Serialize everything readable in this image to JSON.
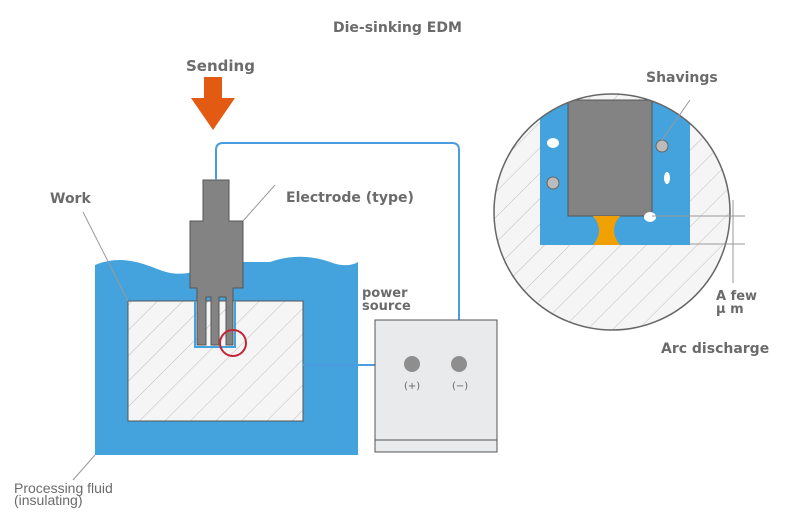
{
  "title": "Die-sinking EDM",
  "labels": {
    "sending": "Sending",
    "work": "Work",
    "electrode": "Electrode (type)",
    "power_source_line1": "power",
    "power_source_line2": "source",
    "terminal_positive": "(+)",
    "terminal_negative": "(−)",
    "fluid_line1": "Processing fluid",
    "fluid_line2": "(insulating)",
    "shavings": "Shavings",
    "gap_line1": "A few",
    "gap_line2": "μ m",
    "arc_discharge": "Arc discharge"
  },
  "colors": {
    "fluid": "#44a3dd",
    "electrode": "#838383",
    "arrow": "#e35a12",
    "arc": "#f0a000",
    "highlight_circle": "#c0283a",
    "wire": "#4a9be0",
    "work_fill": "#f5f5f5",
    "power_box": "#e8eaeb"
  }
}
